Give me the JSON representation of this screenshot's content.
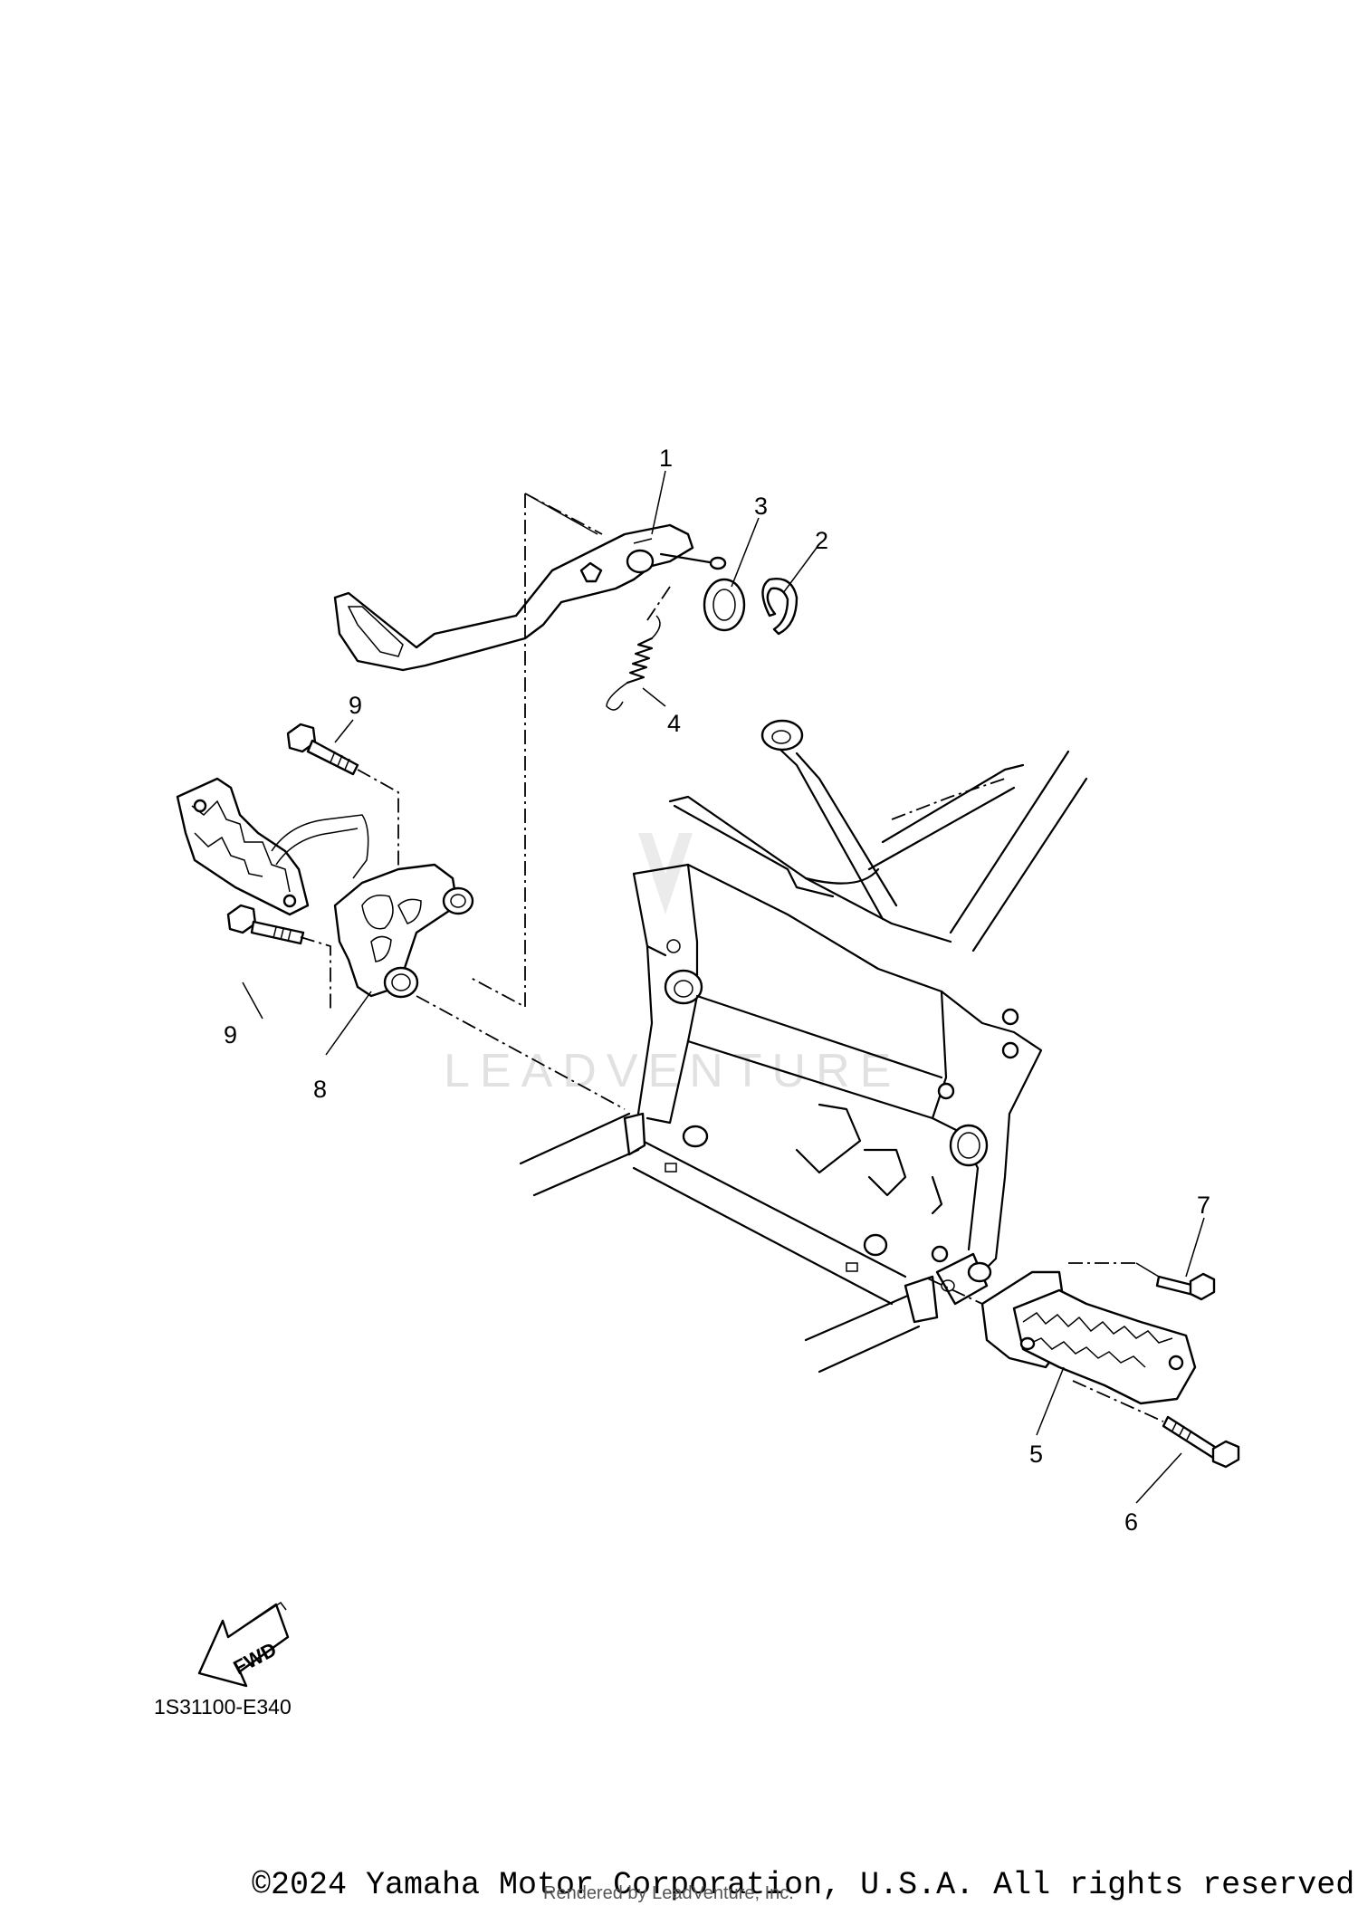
{
  "diagram": {
    "callouts": [
      {
        "id": "1",
        "label": "1"
      },
      {
        "id": "2",
        "label": "2"
      },
      {
        "id": "3",
        "label": "3"
      },
      {
        "id": "4",
        "label": "4"
      },
      {
        "id": "5",
        "label": "5"
      },
      {
        "id": "6",
        "label": "6"
      },
      {
        "id": "7",
        "label": "7"
      },
      {
        "id": "8",
        "label": "8"
      },
      {
        "id": "9a",
        "label": "9"
      },
      {
        "id": "9b",
        "label": "9"
      }
    ],
    "fwd_label": "FWD",
    "diagram_code": "1S31100-E340",
    "watermark": "LEADVENTURE"
  },
  "footer": {
    "copyright": "©2024 Yamaha Motor Corporation, U.S.A. All rights reserved.",
    "rendered_by": "Rendered by LeadVenture, Inc."
  }
}
